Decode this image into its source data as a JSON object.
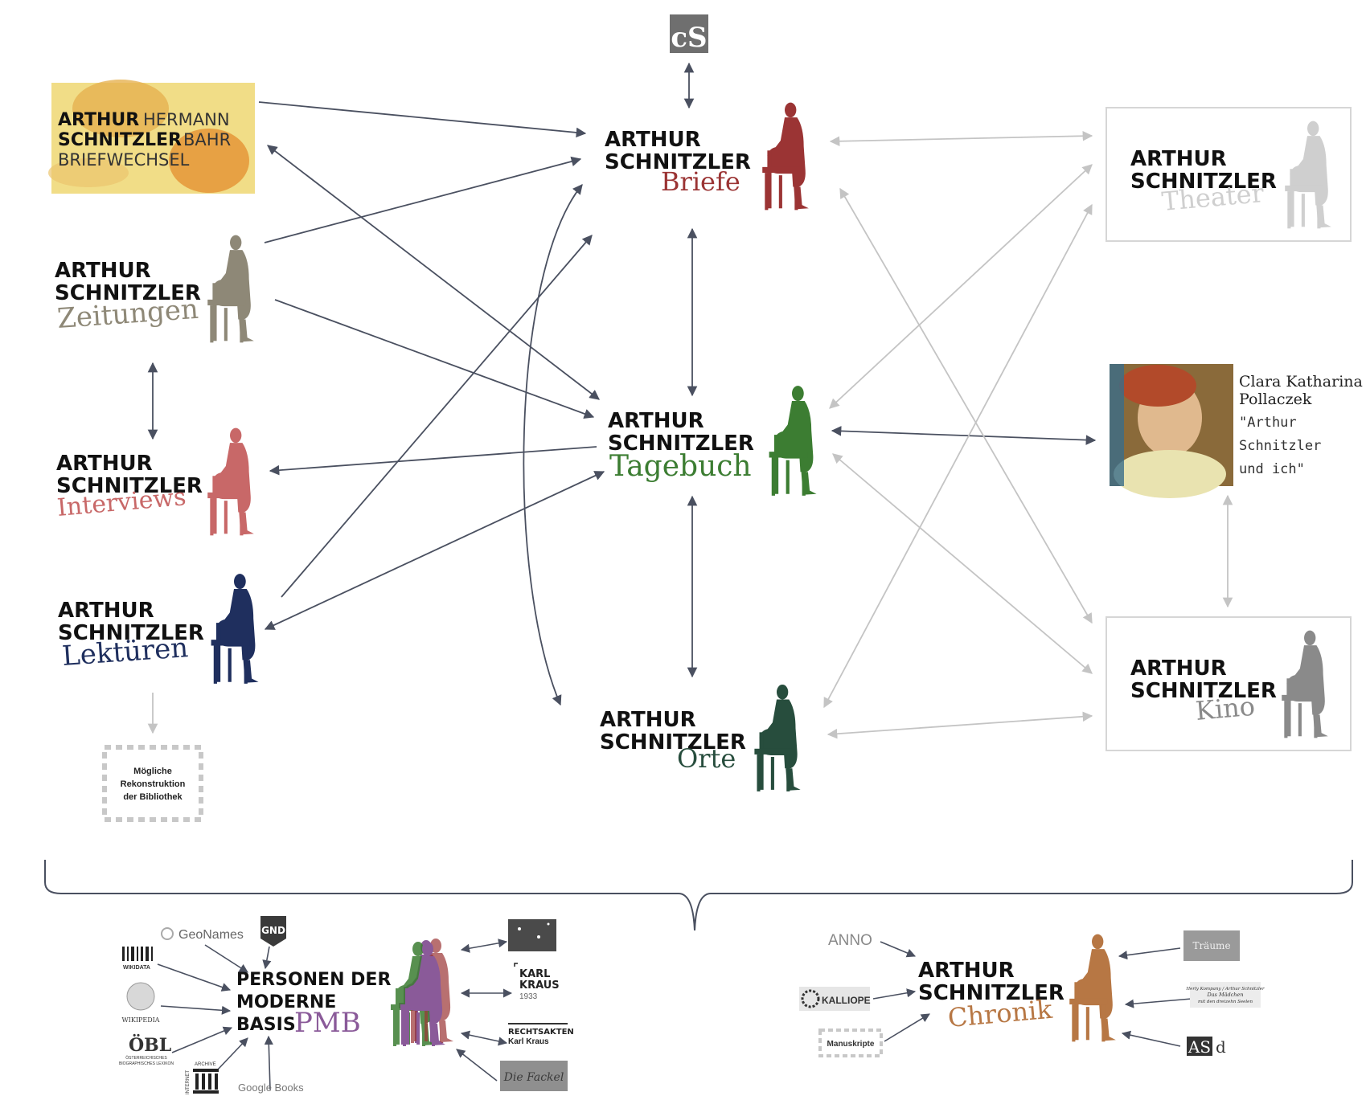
{
  "colors": {
    "dark_arrow": "#4a5060",
    "light_arrow": "#c4c4c4",
    "briefe": "#9b3434",
    "tagebuch": "#3c7d32",
    "orte": "#274d3d",
    "zeitungen": "#8e8877",
    "interviews": "#c86868",
    "lektueren": "#1f2f5e",
    "theater": "#cfcfcf",
    "kino": "#8a8a8a",
    "pmb": "#8a5a99",
    "chronik": "#b77744",
    "bahr_bg": "#f1dd87"
  },
  "logo_common": {
    "line1": "ARTHUR",
    "line2": "SCHNITZLER"
  },
  "nodes": {
    "cs": {
      "label": "cS"
    },
    "bahr": {
      "a": "ARTHUR",
      "b": "HERMANN",
      "c": "SCHNITZLER",
      "d": "BAHR",
      "e": "BRIEFWECHSEL"
    },
    "briefe": {
      "sub": "Briefe"
    },
    "tagebuch": {
      "sub": "Tagebuch"
    },
    "orte": {
      "sub": "Orte"
    },
    "zeitungen": {
      "sub": "Zeitungen"
    },
    "interviews": {
      "sub": "Interviews"
    },
    "lektueren": {
      "sub": "Lektüren"
    },
    "theater": {
      "sub": "Theater"
    },
    "kino": {
      "sub": "Kino"
    },
    "bibliothek": {
      "l1": "Mögliche",
      "l2": "Rekonstruktion",
      "l3": "der Bibliothek"
    },
    "pollaczek": {
      "l1": "Clara Katharina",
      "l2": "Pollaczek",
      "l3": "\"Arthur",
      "l4": "Schnitzler",
      "l5": "und ich\""
    },
    "pmb": {
      "l1": "PERSONEN DER",
      "l2": "MODERNE",
      "l3": "BASIS",
      "sub": "PMB"
    },
    "chronik": {
      "sub": "Chronik"
    }
  },
  "sources": {
    "geonames": "GeoNames",
    "gnd": "GND",
    "wikidata": "WIKIDATA",
    "wikipedia": "WIKIPEDIA",
    "obl": "ÖBL",
    "obl_sub1": "ÖSTERREICHISCHES",
    "obl_sub2": "BIOGRAPHISCHES LEXIKON",
    "archive": "ARCHIVE",
    "internet": "INTERNET",
    "googlebooks": "Google Books",
    "karlkraus_1": "KARL",
    "karlkraus_2": "KRAUS",
    "karlkraus_year": "1933",
    "rechtsakten_1": "RECHTSAKTEN",
    "rechtsakten_2": "Karl Kraus",
    "fackel": "Die Fackel",
    "anno": "ANNO",
    "kalliope": "KALLIOPE",
    "manuskripte": "Manuskripte",
    "asd_1": "AS",
    "asd_2": "d",
    "traeume": "Träume",
    "kompany_1": "Herly Kompany / Arthur Schnitzler",
    "kompany_2": "Das Mädchen",
    "kompany_3": "mit den dreizehn Seelen"
  }
}
